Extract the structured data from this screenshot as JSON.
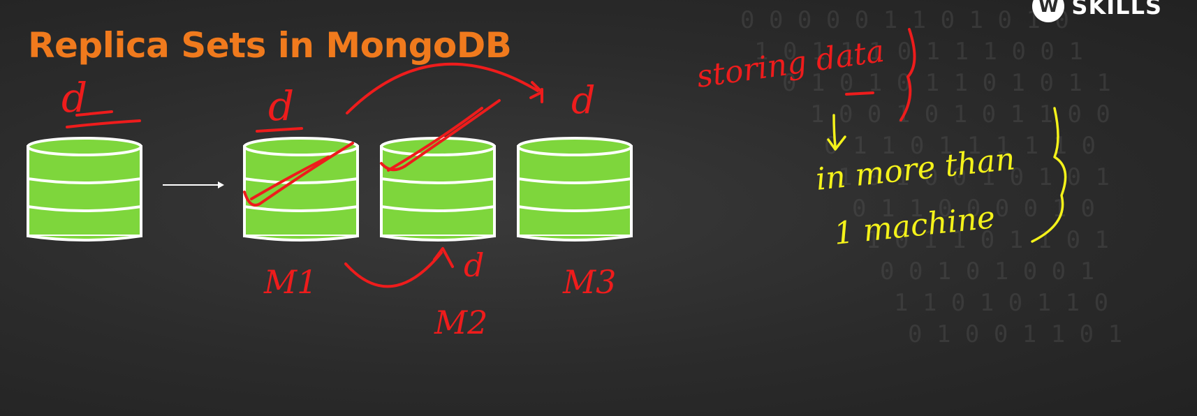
{
  "title": "Replica Sets in MongoDB",
  "logo": {
    "icon": "w-logo-icon",
    "text": "SKILLS"
  },
  "colors": {
    "title": "#f07a1d",
    "cylinder_fill": "#7ed63c",
    "cylinder_stroke": "#ffffff",
    "ink_red": "#ee1c1c",
    "ink_yellow": "#f4f21a",
    "background": "#2b2b2b"
  },
  "annotations": {
    "d_single": "d",
    "d_m1": "d",
    "d_m2": "d",
    "d_m3": "d",
    "m1": "M1",
    "m2": "M2",
    "m3": "M3",
    "storing_data": "storing data",
    "in_more_than": "in more than",
    "one_machine": "1 machine"
  }
}
